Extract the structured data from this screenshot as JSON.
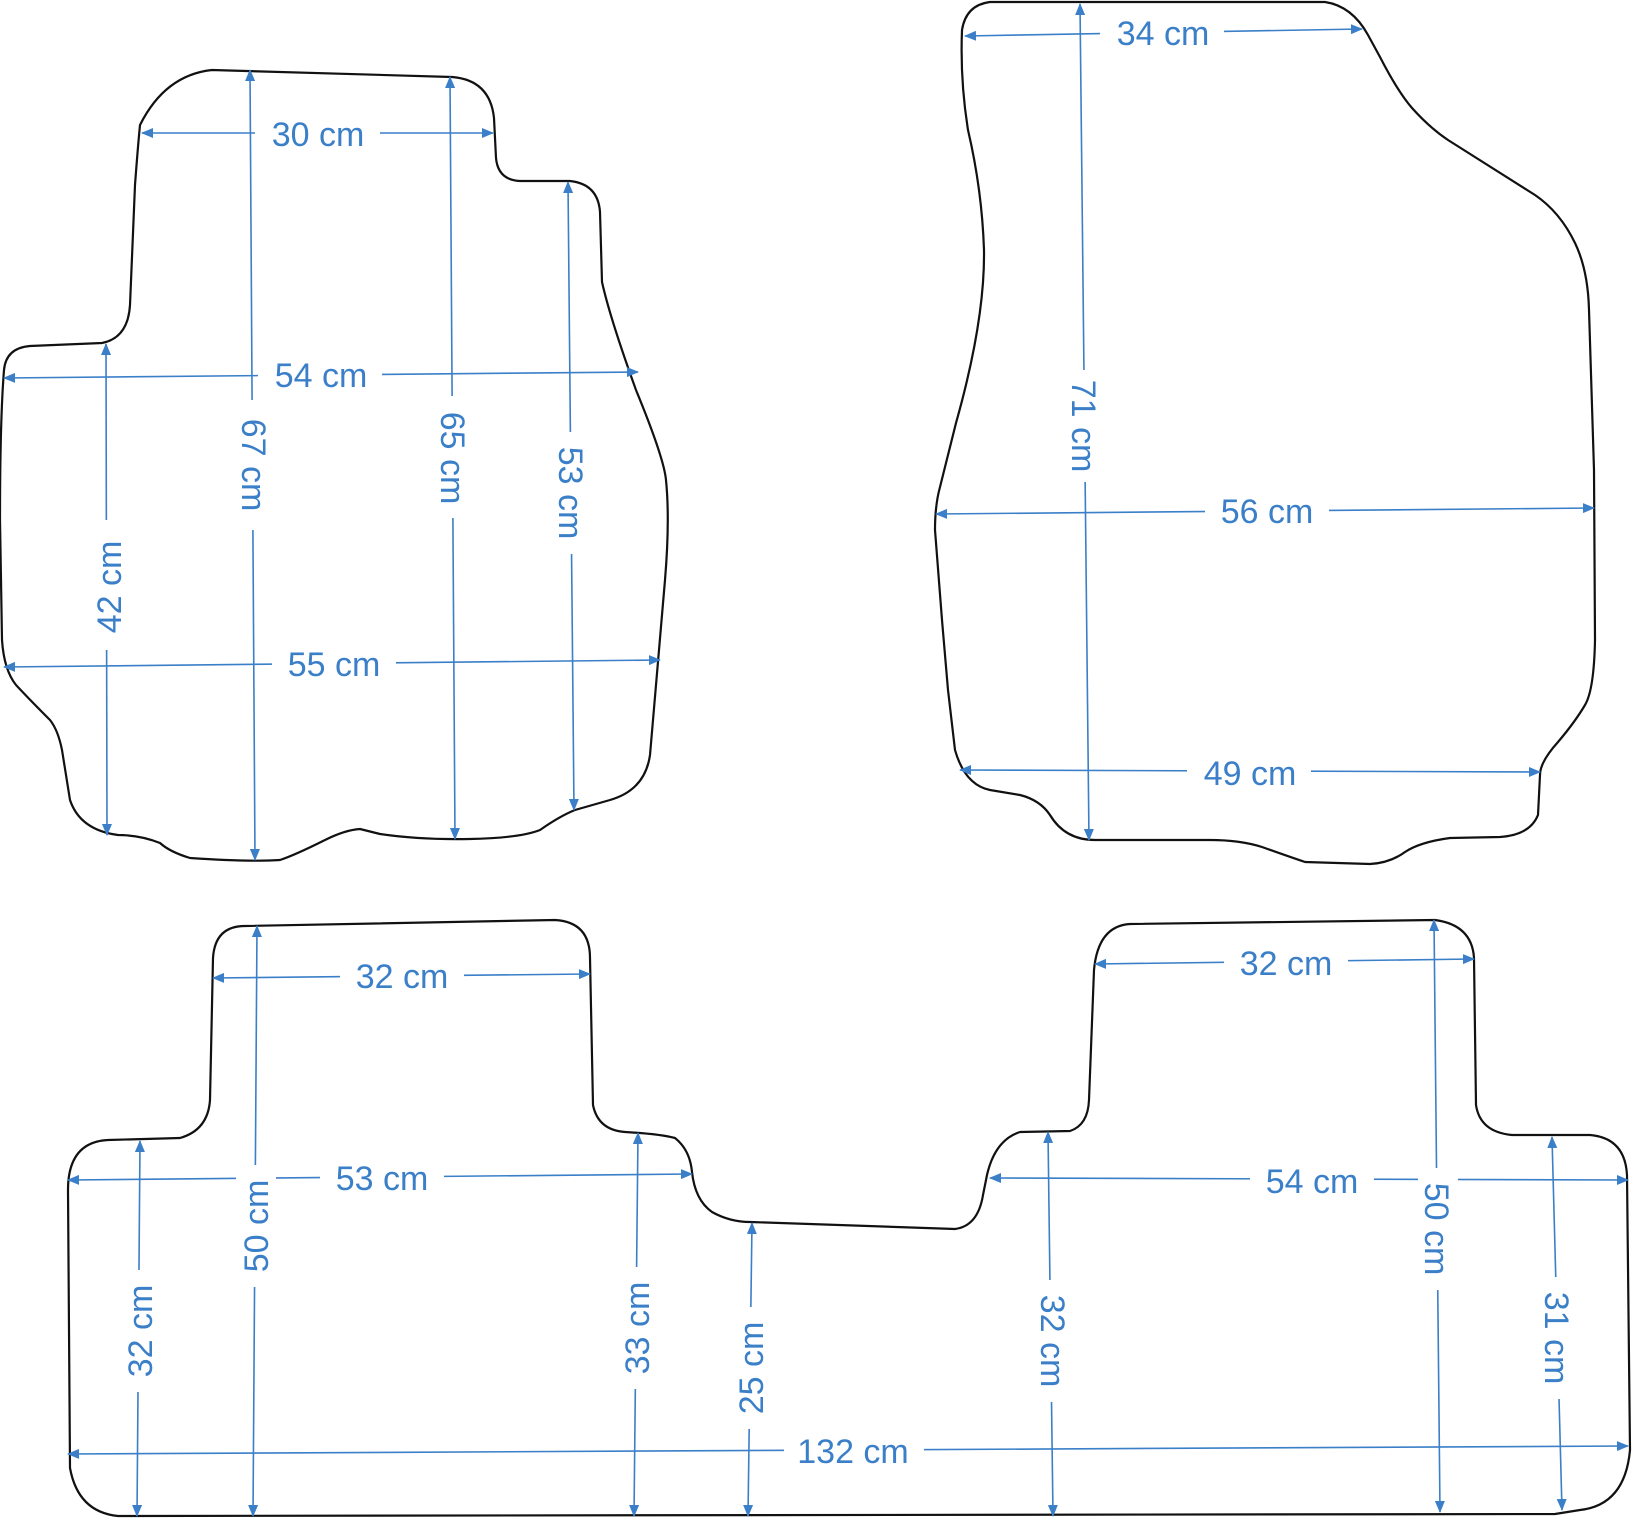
{
  "colors": {
    "outline": "#111111",
    "dimension": "#3a7fc8",
    "background": "#ffffff"
  },
  "mats": {
    "front_left": {
      "dims": {
        "top_width": "30 cm",
        "mid_width": "54 cm",
        "lower_width": "55 cm",
        "left_height": "42 cm",
        "center_height": "67 cm",
        "right_center_height": "65 cm",
        "right_height": "53 cm"
      }
    },
    "front_right": {
      "dims": {
        "top_width": "34 cm",
        "height": "71 cm",
        "mid_width": "56 cm",
        "bottom_width": "49 cm"
      }
    },
    "rear": {
      "dims": {
        "left_tab_width": "32 cm",
        "right_tab_width": "32 cm",
        "left_width": "53 cm",
        "right_width": "54 cm",
        "total_width": "132 cm",
        "left_edge_height": "32 cm",
        "left_tab_height": "50 cm",
        "left_inner_height": "33 cm",
        "center_height": "25 cm",
        "right_inner_height": "32 cm",
        "right_tab_height": "50 cm",
        "right_edge_height": "31 cm"
      }
    }
  }
}
